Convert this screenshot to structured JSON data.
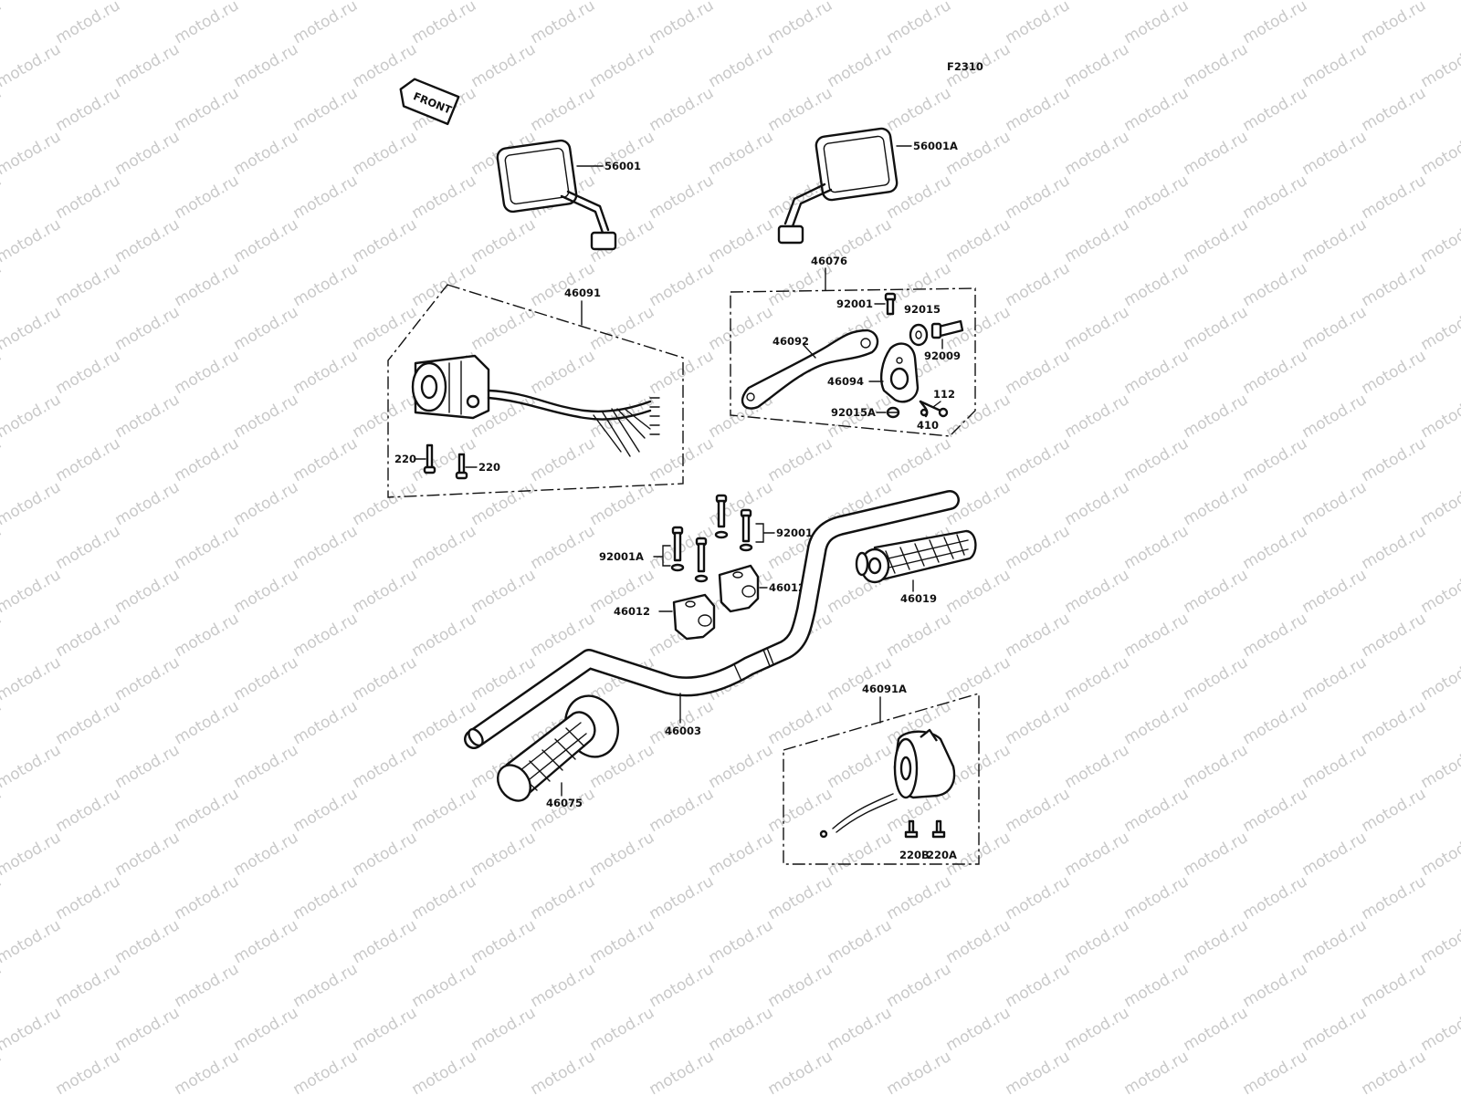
{
  "watermark": "motod.ru",
  "figure_code": "F2310",
  "front_marker": "FRONT",
  "parts": {
    "mirror_left": "56001",
    "mirror_right": "56001A",
    "switch_assembly": "46091",
    "switch_screw_a": "220",
    "switch_screw_b": "220",
    "lever_assembly": "46076",
    "lever_bolt": "92001",
    "lever_washer": "92015",
    "lever_bolt_b": "92009",
    "lever": "46092",
    "lever_holder": "46094",
    "lever_part_112": "112",
    "lever_washer_a": "92015A",
    "lever_part_410": "410",
    "holder_bolts_right": "92001A",
    "holder_bolts_left": "92001A",
    "holder_upper": "46012",
    "holder_lower": "46012",
    "throttle_grip": "46019",
    "handlebar": "46003",
    "left_grip": "46075",
    "throttle_case": "46091A",
    "case_screw_a": "220B",
    "case_screw_b": "220A"
  }
}
